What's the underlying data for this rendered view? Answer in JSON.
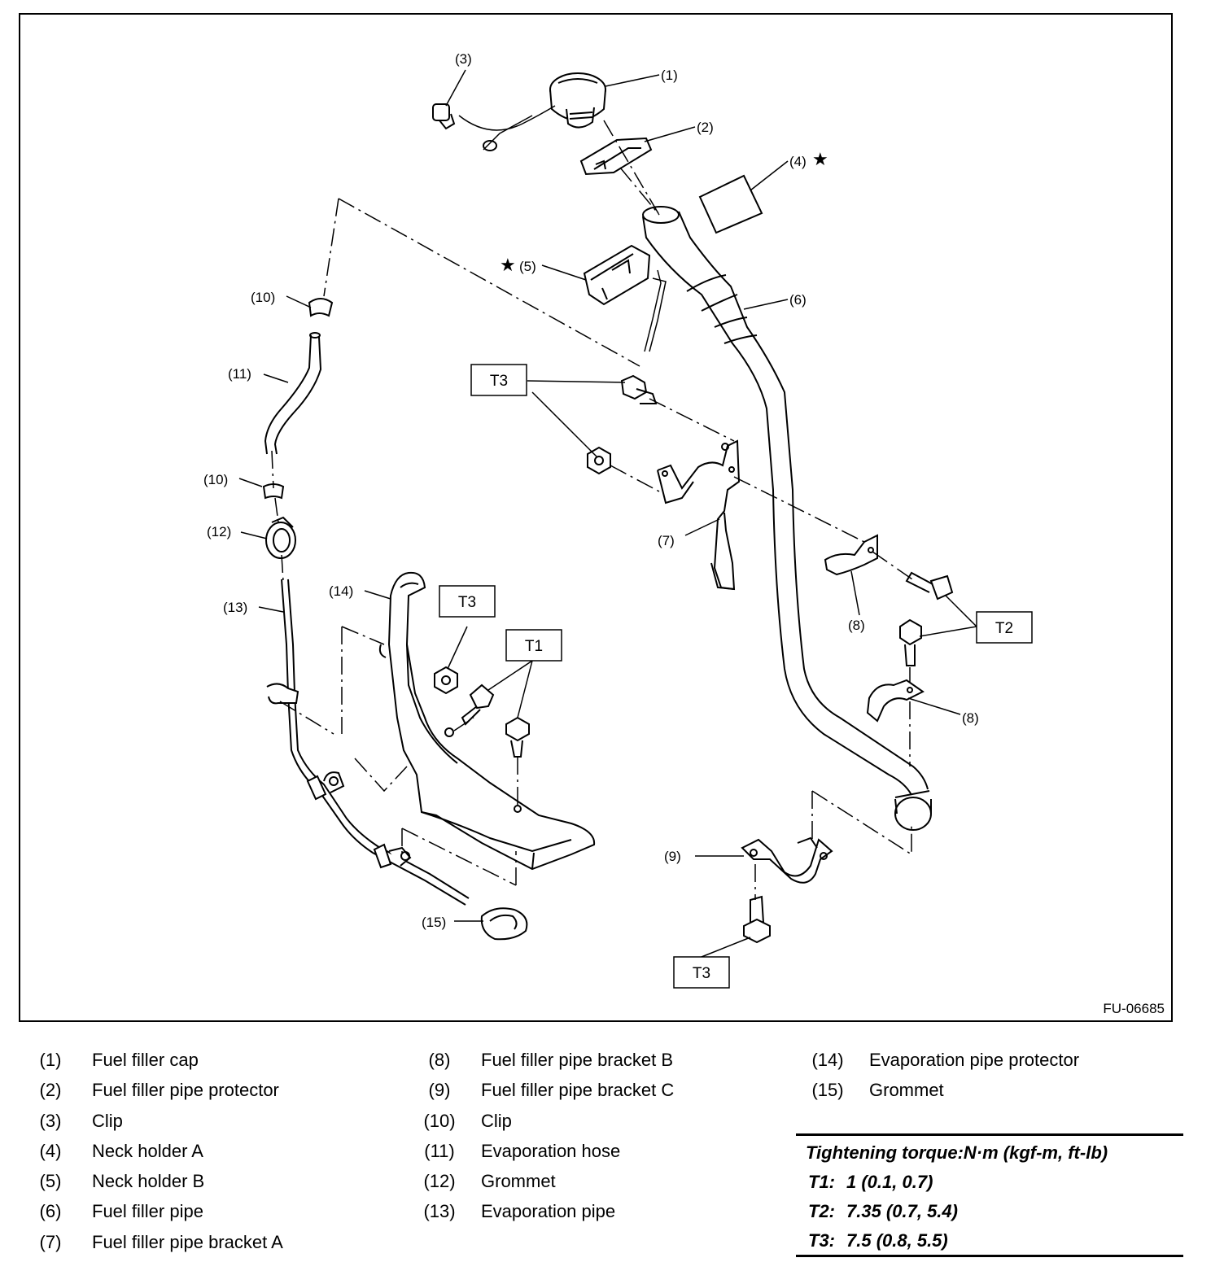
{
  "diagram": {
    "figure_id": "FU-06685",
    "callouts": {
      "c1": "(1)",
      "c2": "(2)",
      "c3": "(3)",
      "c4": "(4)",
      "c5": "(5)",
      "c6": "(6)",
      "c7": "(7)",
      "c8a": "(8)",
      "c8b": "(8)",
      "c9": "(9)",
      "c10a": "(10)",
      "c10b": "(10)",
      "c11": "(11)",
      "c12": "(12)",
      "c13": "(13)",
      "c14": "(14)",
      "c15": "(15)"
    },
    "star_symbol": "★",
    "torque_boxes": {
      "t3_top": "T3",
      "t3_mid": "T3",
      "t3_bottom": "T3",
      "t1": "T1",
      "t2": "T2"
    }
  },
  "legend": {
    "col1": [
      {
        "num": "(1)",
        "label": "Fuel filler cap"
      },
      {
        "num": "(2)",
        "label": "Fuel filler pipe protector"
      },
      {
        "num": "(3)",
        "label": "Clip"
      },
      {
        "num": "(4)",
        "label": "Neck holder A"
      },
      {
        "num": "(5)",
        "label": "Neck holder B"
      },
      {
        "num": "(6)",
        "label": "Fuel filler pipe"
      },
      {
        "num": "(7)",
        "label": "Fuel filler pipe bracket A"
      }
    ],
    "col2": [
      {
        "num": "(8)",
        "label": "Fuel filler pipe bracket B"
      },
      {
        "num": "(9)",
        "label": "Fuel filler pipe bracket C"
      },
      {
        "num": "(10)",
        "label": "Clip"
      },
      {
        "num": "(11)",
        "label": "Evaporation hose"
      },
      {
        "num": "(12)",
        "label": "Grommet"
      },
      {
        "num": "(13)",
        "label": "Evaporation pipe"
      }
    ],
    "col3": [
      {
        "num": "(14)",
        "label": "Evaporation pipe protector"
      },
      {
        "num": "(15)",
        "label": "Grommet"
      }
    ]
  },
  "torque": {
    "title": "Tightening torque:N·m (kgf-m, ft-lb)",
    "rows": [
      {
        "key": "T1:",
        "value": "1 (0.1, 0.7)"
      },
      {
        "key": "T2:",
        "value": "7.35 (0.7, 5.4)"
      },
      {
        "key": "T3:",
        "value": "7.5 (0.8, 5.5)"
      }
    ]
  }
}
